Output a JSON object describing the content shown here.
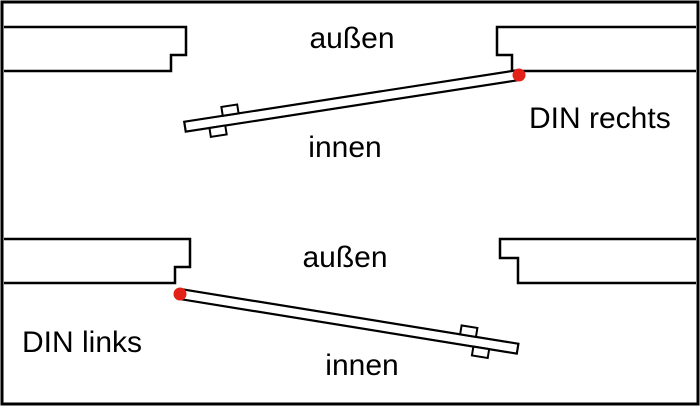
{
  "figure": {
    "background_color": "#ffffff",
    "border_color": "#000000",
    "line_color": "#000000",
    "hinge_color": "#e32119"
  },
  "top_diagram": {
    "outside_label": "außen",
    "inside_label": "innen",
    "din_label": "DIN rechts"
  },
  "bottom_diagram": {
    "outside_label": "außen",
    "inside_label": "innen",
    "din_label": "DIN links"
  }
}
